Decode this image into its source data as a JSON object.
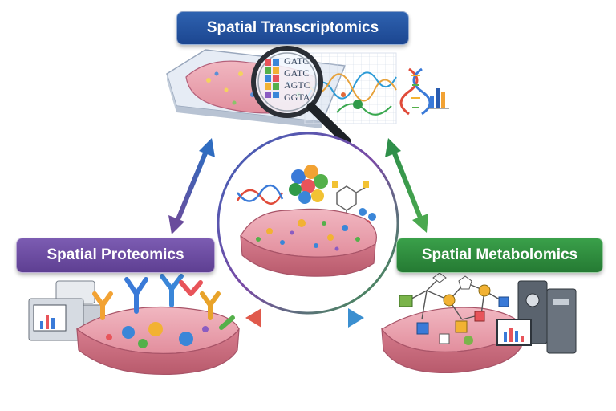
{
  "labels": {
    "top": "Spatial Transcriptomics",
    "left": "Spatial Proteomics",
    "right": "Spatial Metabolomics"
  },
  "sequences": [
    "GATC",
    "GATC",
    "AGTC",
    "GGTA"
  ],
  "colors": {
    "transcriptomics": "#1f4e96",
    "proteomics": "#6a4c9c",
    "metabolomics": "#2e8b3a",
    "tissue_pink": "#e8a3b0",
    "tissue_dark": "#c9707f"
  }
}
